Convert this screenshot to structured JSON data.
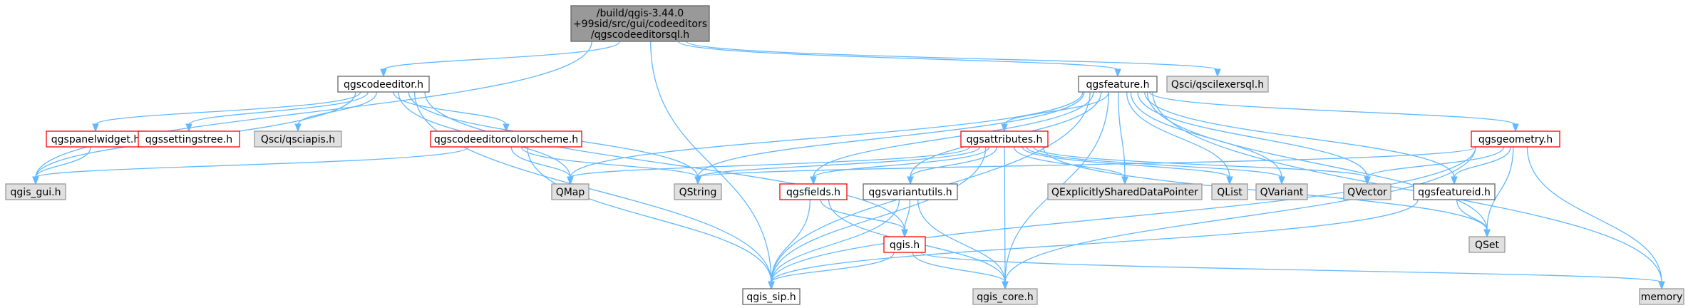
{
  "nodes": [
    {
      "id": "root",
      "lines": [
        "/build/qgis-3.44.0",
        "+99sid/src/gui/codeeditors",
        "/qgscodeeditorsql.h"
      ],
      "style": "root"
    },
    {
      "id": "qgscodeeditor",
      "lines": [
        "qgscodeeditor.h"
      ],
      "style": "normal"
    },
    {
      "id": "qgsfeature",
      "lines": [
        "qgsfeature.h"
      ],
      "style": "normal"
    },
    {
      "id": "qscilexersql",
      "lines": [
        "Qsci/qscilexersql.h"
      ],
      "style": "grey"
    },
    {
      "id": "qgspanelwidget",
      "lines": [
        "qgspanelwidget.h"
      ],
      "style": "red"
    },
    {
      "id": "qgssettingstree",
      "lines": [
        "qgssettingstree.h"
      ],
      "style": "red"
    },
    {
      "id": "qsciapis",
      "lines": [
        "Qsci/qsciapis.h"
      ],
      "style": "grey"
    },
    {
      "id": "colorscheme",
      "lines": [
        "qgscodeeditorcolorscheme.h"
      ],
      "style": "red"
    },
    {
      "id": "qgsattributes",
      "lines": [
        "qgsattributes.h"
      ],
      "style": "red"
    },
    {
      "id": "qgsgeometry",
      "lines": [
        "qgsgeometry.h"
      ],
      "style": "red"
    },
    {
      "id": "qgis_gui",
      "lines": [
        "qgis_gui.h"
      ],
      "style": "grey"
    },
    {
      "id": "qmap",
      "lines": [
        "QMap"
      ],
      "style": "grey"
    },
    {
      "id": "qstring",
      "lines": [
        "QString"
      ],
      "style": "grey"
    },
    {
      "id": "qgsfields",
      "lines": [
        "qgsfields.h"
      ],
      "style": "red"
    },
    {
      "id": "qgsvariantutils",
      "lines": [
        "qgsvariantutils.h"
      ],
      "style": "normal"
    },
    {
      "id": "qexplicit",
      "lines": [
        "QExplicitlySharedDataPointer"
      ],
      "style": "grey"
    },
    {
      "id": "qlist",
      "lines": [
        "QList"
      ],
      "style": "grey"
    },
    {
      "id": "qvariant",
      "lines": [
        "QVariant"
      ],
      "style": "grey"
    },
    {
      "id": "qvector",
      "lines": [
        "QVector"
      ],
      "style": "grey"
    },
    {
      "id": "qgsfeatureid",
      "lines": [
        "qgsfeatureid.h"
      ],
      "style": "normal"
    },
    {
      "id": "qgis_h",
      "lines": [
        "qgis.h"
      ],
      "style": "red"
    },
    {
      "id": "qset",
      "lines": [
        "QSet"
      ],
      "style": "grey"
    },
    {
      "id": "memory",
      "lines": [
        "memory"
      ],
      "style": "grey"
    },
    {
      "id": "qgis_sip",
      "lines": [
        "qgis_sip.h"
      ],
      "style": "normal"
    },
    {
      "id": "qgis_core",
      "lines": [
        "qgis_core.h"
      ],
      "style": "grey"
    }
  ],
  "edges": [
    [
      "root",
      "qgscodeeditor"
    ],
    [
      "root",
      "qgsfeature"
    ],
    [
      "root",
      "qscilexersql"
    ],
    [
      "root",
      "qgis_gui"
    ],
    [
      "root",
      "qgis_sip"
    ],
    [
      "qgscodeeditor",
      "qgspanelwidget"
    ],
    [
      "qgscodeeditor",
      "qgssettingstree"
    ],
    [
      "qgscodeeditor",
      "qsciapis"
    ],
    [
      "qgscodeeditor",
      "colorscheme"
    ],
    [
      "qgscodeeditor",
      "qgis_gui"
    ],
    [
      "qgscodeeditor",
      "qmap"
    ],
    [
      "qgscodeeditor",
      "qstring"
    ],
    [
      "qgscodeeditor",
      "qgis_sip"
    ],
    [
      "qgscodeeditor",
      "qgis_h"
    ],
    [
      "qgspanelwidget",
      "qgis_gui"
    ],
    [
      "colorscheme",
      "qgis_gui"
    ],
    [
      "colorscheme",
      "qmap"
    ],
    [
      "colorscheme",
      "qstring"
    ],
    [
      "colorscheme",
      "qgis_sip"
    ],
    [
      "qgsfeature",
      "qmap"
    ],
    [
      "qgsfeature",
      "qstring"
    ],
    [
      "qgsfeature",
      "qgsattributes"
    ],
    [
      "qgsfeature",
      "qgsgeometry"
    ],
    [
      "qgsfeature",
      "qgsfields"
    ],
    [
      "qgsfeature",
      "qgsvariantutils"
    ],
    [
      "qgsfeature",
      "qexplicit"
    ],
    [
      "qgsfeature",
      "qlist"
    ],
    [
      "qgsfeature",
      "qvariant"
    ],
    [
      "qgsfeature",
      "qvector"
    ],
    [
      "qgsfeature",
      "qgsfeatureid"
    ],
    [
      "qgsfeature",
      "qset"
    ],
    [
      "qgsfeature",
      "memory"
    ],
    [
      "qgsfeature",
      "qgis_sip"
    ],
    [
      "qgsfeature",
      "qgis_core"
    ],
    [
      "qgsattributes",
      "qmap"
    ],
    [
      "qgsattributes",
      "qstring"
    ],
    [
      "qgsattributes",
      "qgsfields"
    ],
    [
      "qgsattributes",
      "qgsvariantutils"
    ],
    [
      "qgsattributes",
      "qexplicit"
    ],
    [
      "qgsattributes",
      "qlist"
    ],
    [
      "qgsattributes",
      "qvariant"
    ],
    [
      "qgsattributes",
      "qvector"
    ],
    [
      "qgsattributes",
      "qset"
    ],
    [
      "qgsattributes",
      "qgis_sip"
    ],
    [
      "qgsattributes",
      "qgis_core"
    ],
    [
      "qgsgeometry",
      "qstring"
    ],
    [
      "qgsgeometry",
      "qvector"
    ],
    [
      "qgsgeometry",
      "qgsfeatureid"
    ],
    [
      "qgsgeometry",
      "qset"
    ],
    [
      "qgsgeometry",
      "memory"
    ],
    [
      "qgsgeometry",
      "qgis_sip"
    ],
    [
      "qgsgeometry",
      "qgis_core"
    ],
    [
      "qgsfields",
      "qgis_h"
    ],
    [
      "qgsfields",
      "qgis_sip"
    ],
    [
      "qgsfields",
      "qgis_core"
    ],
    [
      "qgsvariantutils",
      "qgis_h"
    ],
    [
      "qgsvariantutils",
      "qgis_sip"
    ],
    [
      "qgsvariantutils",
      "qgis_core"
    ],
    [
      "qgsfeatureid",
      "qset"
    ],
    [
      "qgsfeatureid",
      "qgis_sip"
    ],
    [
      "qgis_h",
      "qgis_sip"
    ],
    [
      "qgis_h",
      "qgis_core"
    ],
    [
      "qgis_h",
      "memory"
    ]
  ],
  "colors": {
    "edge": "#63b8ff",
    "root_fill": "#999999",
    "grey_fill": "#e0e0e0",
    "grey_border": "#999999",
    "normal_fill": "#ffffff",
    "normal_border": "#666666",
    "red_fill": "#ffffff",
    "red_border": "#ff0000",
    "text": "#000000"
  }
}
